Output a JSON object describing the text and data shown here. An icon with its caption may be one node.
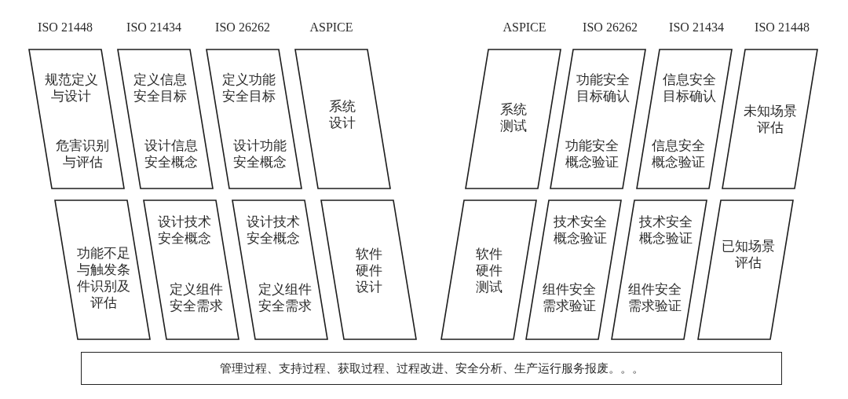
{
  "diagram": {
    "nodes": [
      {
        "text": [
          "规范定义与设计",
          "危害识别与评估"
        ]
      },
      {
        "text": [
          "定义信息安全目标",
          "设计信息安全概念"
        ]
      },
      {
        "text": [
          "定义功能安全目标",
          "设计功能安全概念"
        ]
      },
      {
        "text": [
          "系统设计"
        ]
      },
      {
        "text": [
          "系统测试"
        ]
      },
      {
        "text": [
          "功能安全目标确认",
          "功能安全概念验证"
        ]
      },
      {
        "text": [
          "信息安全目标确认",
          "信息安全概念验证"
        ]
      },
      {
        "text": [
          "未知场景评估"
        ]
      },
      {
        "text": [
          "功能不足与触发条件识别及评估"
        ]
      },
      {
        "text": [
          "设计技术安全概念",
          "定义组件安全需求"
        ]
      },
      {
        "text": [
          "设计技术安全概念",
          "定义组件安全需求"
        ]
      },
      {
        "text": [
          "软件硬件设计"
        ]
      },
      {
        "text": [
          "软件硬件测试"
        ]
      },
      {
        "text": [
          "技术安全概念验证",
          "组件安全需求验证"
        ]
      },
      {
        "text": [
          "技术安全概念验证",
          "组件安全需求验证"
        ]
      },
      {
        "text": [
          "已知场景评估"
        ]
      },
      {
        "text": [
          "管理过程、支持过程、获取过程、过程改进、安全分析、生产运行服务报废。。。"
        ]
      }
    ],
    "labels": [
      "ISO 21448",
      "ISO 21434",
      "ISO 26262",
      "ASPICE",
      "ASPICE",
      "ISO 26262",
      "ISO 21434",
      "ISO 21448"
    ]
  }
}
